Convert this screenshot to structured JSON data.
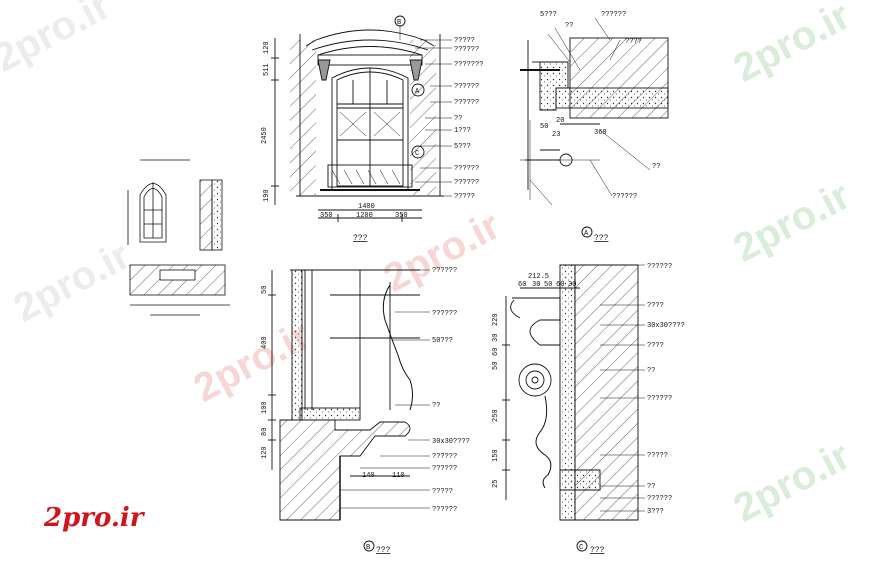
{
  "watermark": {
    "text": "2pro.ir"
  },
  "logo": {
    "text": "2pro.ir"
  },
  "elevation": {
    "label": "???",
    "dims_bottom": [
      "350",
      "1200",
      "350"
    ],
    "overall_width": "1400",
    "dims_left": [
      "120",
      "511",
      "2450",
      "190"
    ],
    "markers": [
      "B",
      "A",
      "C"
    ],
    "notes": [
      "?????",
      "??????",
      "???????",
      "??????",
      "??????",
      "??",
      "1???",
      "5???",
      "??????",
      "??????",
      "?????"
    ]
  },
  "section_a": {
    "label": "???",
    "marker": "A",
    "dims": [
      "50",
      "360",
      "20",
      "23"
    ],
    "notes": [
      "5???",
      "??",
      "??????",
      "????",
      "??",
      "??????"
    ]
  },
  "section_b": {
    "label": "???",
    "marker": "B",
    "dims_left": [
      "50",
      "400",
      "100",
      "80",
      "120"
    ],
    "dims_bottom": [
      "140",
      "110"
    ],
    "notes": [
      "??????",
      "??????",
      "50???",
      "??",
      "30x30????",
      "??????",
      "??????",
      "?????",
      "??????"
    ]
  },
  "section_c": {
    "label": "???",
    "marker": "C",
    "dims_top": [
      "212.5",
      "60",
      "30",
      "50",
      "60",
      "30"
    ],
    "dims_left": [
      "220",
      "30",
      "60",
      "50",
      "250",
      "150",
      "25"
    ],
    "notes": [
      "??????",
      "????",
      "30x30????",
      "????",
      "??",
      "??????",
      "?????",
      "??",
      "??????",
      "3???"
    ]
  }
}
